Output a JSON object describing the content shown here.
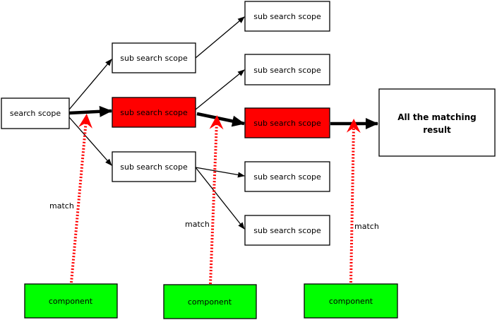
{
  "nodes": {
    "root": "search scope",
    "sub_top": "sub search scope",
    "sub_mid": "sub search scope",
    "sub_low": "sub search scope",
    "leaf_1": "sub search scope",
    "leaf_2": "sub search scope",
    "leaf_3": "sub search scope",
    "leaf_4": "sub search scope",
    "leaf_5": "sub search scope",
    "result_line1": "All  the matching",
    "result_line2": "result"
  },
  "components": [
    "component",
    "component",
    "component"
  ],
  "match_labels": [
    "match",
    "match",
    "match"
  ],
  "colors": {
    "highlight": "#ff0000",
    "component": "#00ff00",
    "match_arrow": "#ff0000",
    "stroke": "#000000"
  }
}
